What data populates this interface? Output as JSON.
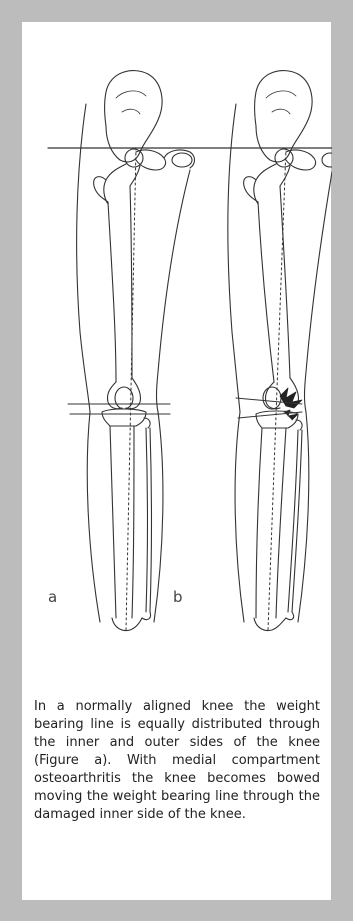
{
  "figure": {
    "label_a": "a",
    "label_b": "b"
  },
  "caption": "In a normally aligned knee the weight bearing line is equally distributed through the inner and outer sides of the knee (Figure a). With medial compartment osteoarthritis the knee becomes bowed moving the weight bearing line through the damaged inner side of the knee.",
  "colors": {
    "border": "#bcbcbc",
    "panel": "#ffffff",
    "line_art": "#333333"
  }
}
